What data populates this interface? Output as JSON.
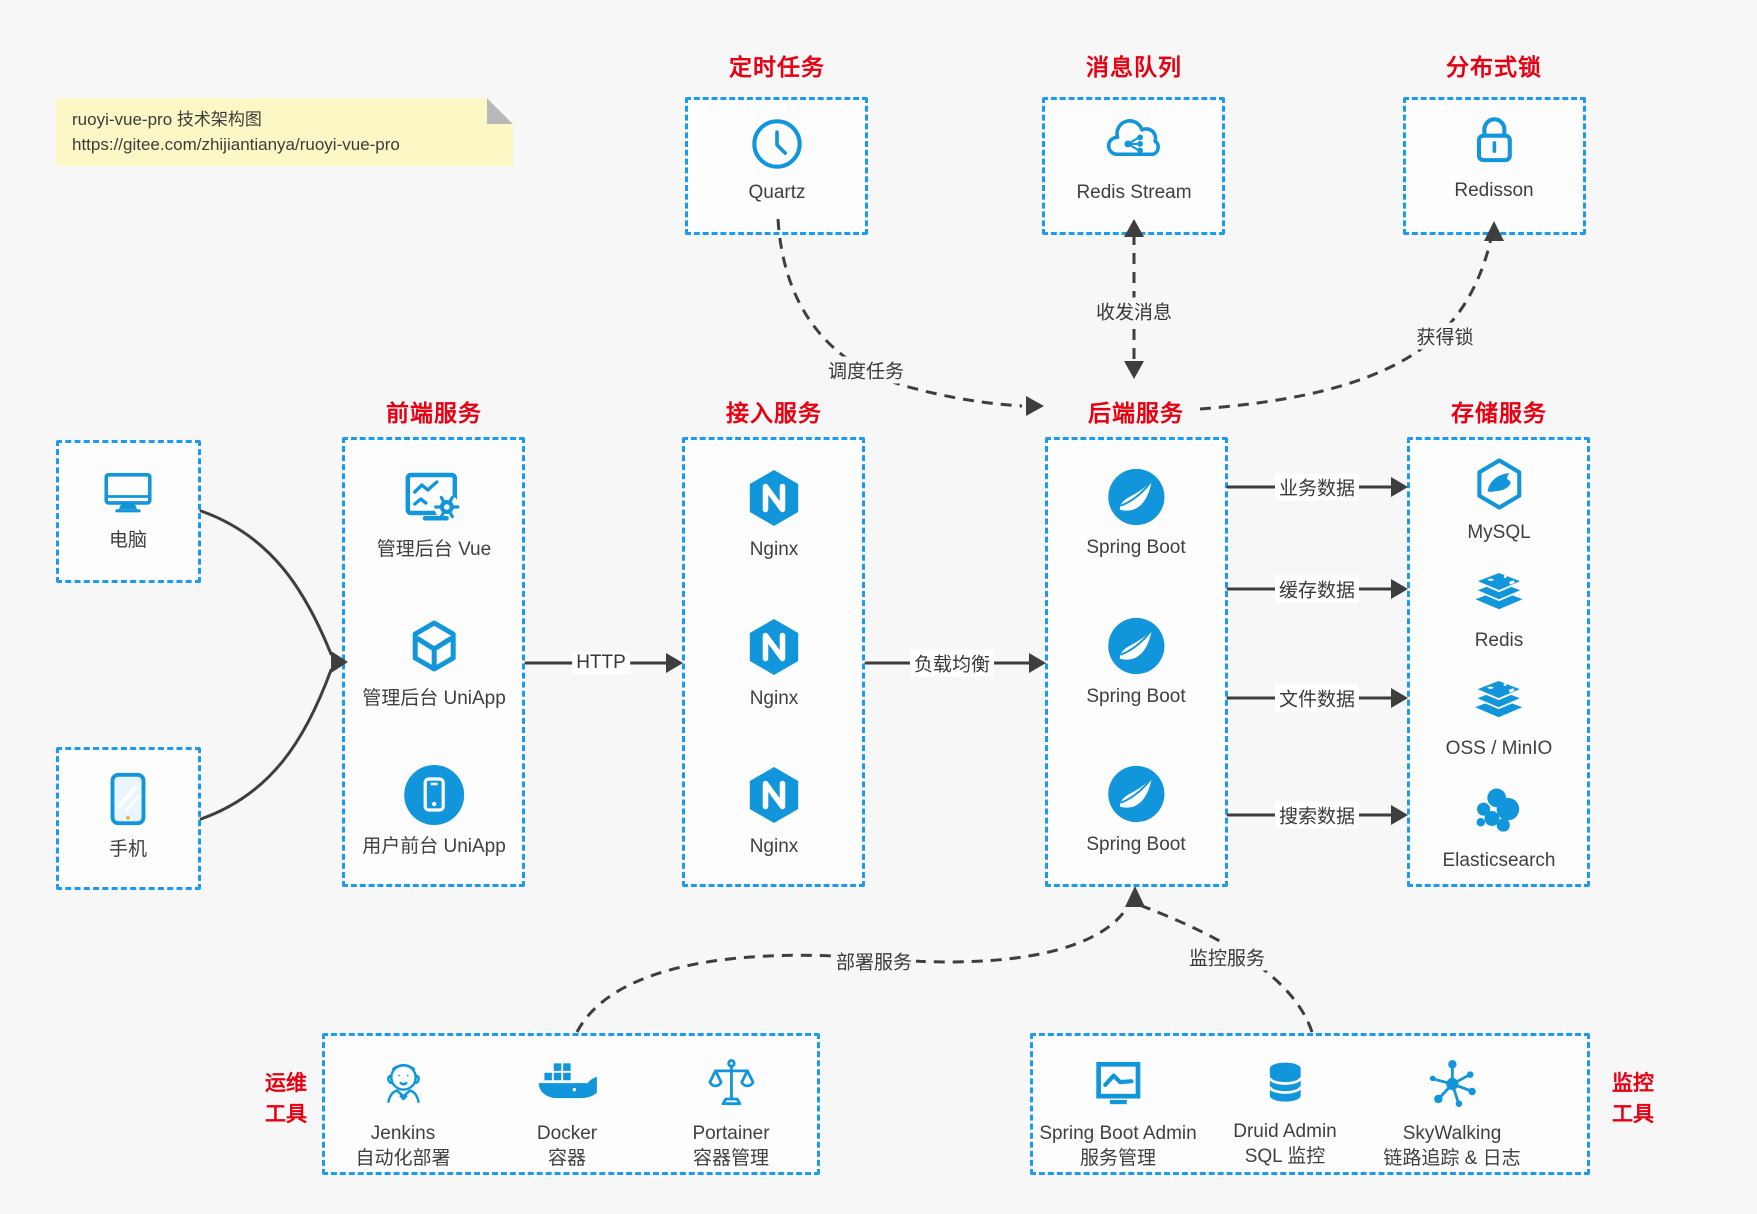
{
  "colors": {
    "background": "#f7f7f7",
    "box_border_blue": "#1b9bf0",
    "icon_blue": "#1296db",
    "title_red": "#e60012",
    "arrow_dark": "#3e3e3e",
    "note_bg": "#fbf8c5"
  },
  "note": {
    "line1": "ruoyi-vue-pro 技术架构图",
    "line2": "https://gitee.com/zhijiantianya/ruoyi-vue-pro"
  },
  "top_groups": {
    "scheduler": {
      "title": "定时任务",
      "item": {
        "label": "Quartz",
        "icon": "clock-icon"
      }
    },
    "mq": {
      "title": "消息队列",
      "item": {
        "label": "Redis Stream",
        "icon": "cloud-stream-icon"
      }
    },
    "lock": {
      "title": "分布式锁",
      "item": {
        "label": "Redisson",
        "icon": "lock-icon"
      }
    }
  },
  "clients": {
    "pc": {
      "label": "电脑",
      "icon": "monitor-icon"
    },
    "mobile": {
      "label": "手机",
      "icon": "phone-icon"
    }
  },
  "columns": {
    "frontend": {
      "title": "前端服务",
      "items": [
        {
          "label": "管理后台 Vue",
          "icon": "admin-vue-icon"
        },
        {
          "label": "管理后台 UniApp",
          "icon": "uniapp-cube-icon"
        },
        {
          "label": "用户前台 UniApp",
          "icon": "user-app-icon"
        }
      ]
    },
    "gateway": {
      "title": "接入服务",
      "items": [
        {
          "label": "Nginx",
          "icon": "nginx-icon"
        },
        {
          "label": "Nginx",
          "icon": "nginx-icon"
        },
        {
          "label": "Nginx",
          "icon": "nginx-icon"
        }
      ]
    },
    "backend": {
      "title": "后端服务",
      "items": [
        {
          "label": "Spring Boot",
          "icon": "spring-icon"
        },
        {
          "label": "Spring Boot",
          "icon": "spring-icon"
        },
        {
          "label": "Spring Boot",
          "icon": "spring-icon"
        }
      ]
    },
    "storage": {
      "title": "存储服务",
      "items": [
        {
          "label": "MySQL",
          "icon": "mysql-icon"
        },
        {
          "label": "Redis",
          "icon": "redis-stack-icon"
        },
        {
          "label": "OSS / MinIO",
          "icon": "oss-stack-icon"
        },
        {
          "label": "Elasticsearch",
          "icon": "elasticsearch-icon"
        }
      ]
    }
  },
  "bottom_groups": {
    "ops": {
      "title_line1": "运维",
      "title_line2": "工具",
      "items": [
        {
          "name": "Jenkins",
          "desc": "自动化部署",
          "icon": "jenkins-icon"
        },
        {
          "name": "Docker",
          "desc": "容器",
          "icon": "docker-icon"
        },
        {
          "name": "Portainer",
          "desc": "容器管理",
          "icon": "portainer-icon"
        }
      ]
    },
    "monitoring": {
      "title_line1": "监控",
      "title_line2": "工具",
      "items": [
        {
          "name": "Spring Boot Admin",
          "desc": "服务管理",
          "icon": "sba-icon"
        },
        {
          "name": "Druid Admin",
          "desc": "SQL 监控",
          "icon": "druid-icon"
        },
        {
          "name": "SkyWalking",
          "desc": "链路追踪 & 日志",
          "icon": "skywalking-icon"
        }
      ]
    }
  },
  "edges": {
    "http": "HTTP",
    "load_balance": "负载均衡",
    "business_data": "业务数据",
    "cache_data": "缓存数据",
    "file_data": "文件数据",
    "search_data": "搜索数据",
    "schedule_task": "调度任务",
    "send_receive_msg": "收发消息",
    "acquire_lock": "获得锁",
    "deploy_service": "部署服务",
    "monitor_service": "监控服务"
  }
}
